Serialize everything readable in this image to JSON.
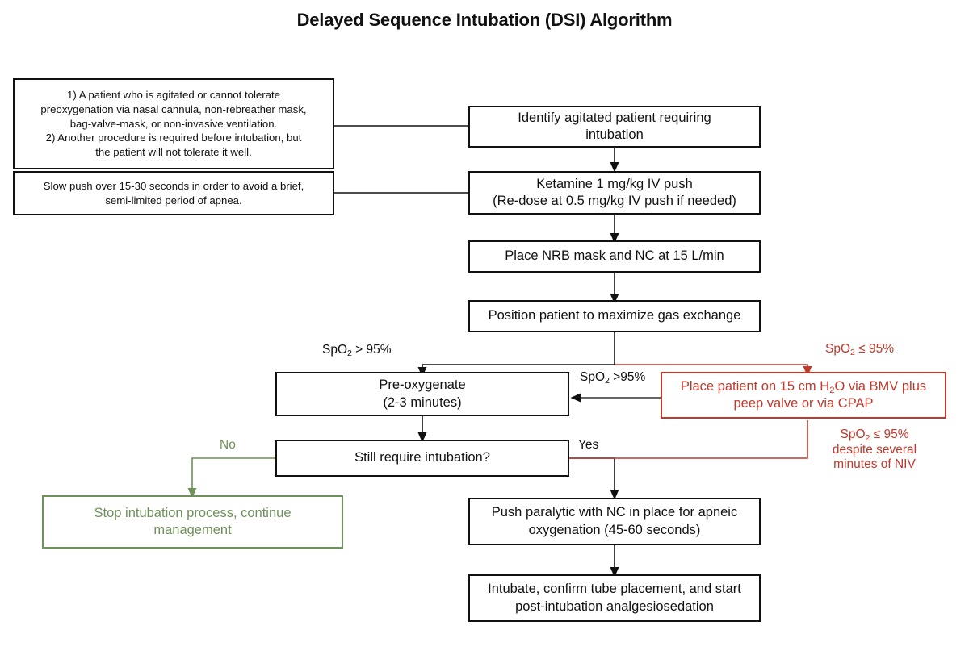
{
  "title": "Delayed Sequence Intubation (DSI) Algorithm",
  "colors": {
    "black": "#111111",
    "red": "#c0392b",
    "green": "#6e9159",
    "background": "#ffffff"
  },
  "notes": [
    {
      "id": "indications-note",
      "text": "1) A patient who is agitated or cannot tolerate preoxygenation via nasal cannula, non-rebreather mask, bag-valve-mask, or non-invasive ventilation. 2) Another procedure is required before intubation, but the patient will not tolerate it well."
    },
    {
      "id": "slow-push-note",
      "text": "Slow push over 15-30 seconds in order to avoid a brief, semi-limited period of apnea."
    }
  ],
  "nodes": [
    {
      "id": "identify-patient",
      "text": "Identify agitated patient requiring intubation",
      "color": "black"
    },
    {
      "id": "ketamine-dose",
      "text": "Ketamine 1 mg/kg IV push (Re-dose at 0.5 mg/kg IV push if needed)",
      "color": "black"
    },
    {
      "id": "place-nrb-nc",
      "text": "Place NRB mask and NC at 15 L/min",
      "color": "black"
    },
    {
      "id": "position-patient",
      "text": "Position patient to maximize gas exchange",
      "color": "black"
    },
    {
      "id": "pre-oxygenate",
      "text": "Pre-oxygenate (2-3 minutes)",
      "color": "black"
    },
    {
      "id": "niv-bmv-cpap",
      "text": "Place patient on 15 cm H2O via BMV plus peep valve or via CPAP",
      "color": "red"
    },
    {
      "id": "still-require-intubation",
      "text": "Still require intubation?",
      "color": "black"
    },
    {
      "id": "stop-intubation",
      "text": "Stop intubation process, continue management",
      "color": "green"
    },
    {
      "id": "push-paralytic",
      "text": "Push paralytic with NC in place for apneic oxygenation (45-60 seconds)",
      "color": "black"
    },
    {
      "id": "intubate-confirm",
      "text": "Intubate, confirm tube placement, and start post-intubation analgesiosedation",
      "color": "black"
    }
  ],
  "edge_labels": {
    "spo2_gt_95_left": "SpO",
    "spo2_gt_95_left_sub": "2",
    "spo2_gt_95_left_rest": " > 95%",
    "spo2_gt_95_mid": "SpO",
    "spo2_gt_95_mid_sub": "2",
    "spo2_gt_95_mid_rest": " >95%",
    "spo2_le_95_right": "SpO",
    "spo2_le_95_right_sub": "2",
    "spo2_le_95_right_rest": " ≤ 95%",
    "spo2_le_95_despite": "SpO",
    "spo2_le_95_despite_sub": "2",
    "spo2_le_95_despite_rest": " ≤ 95%",
    "spo2_le_95_despite_line2": "despite several",
    "spo2_le_95_despite_line3": "minutes of NIV",
    "no_label": "No",
    "yes_label": "Yes"
  },
  "node_lines": {
    "identify_patient_l1": "Identify agitated patient requiring",
    "identify_patient_l2": "intubation",
    "ketamine_l1": "Ketamine 1 mg/kg IV push",
    "ketamine_l2": "(Re-dose at 0.5 mg/kg IV push if needed)",
    "place_nrb_l1": "Place NRB mask and NC at 15 L/min",
    "position_l1": "Position patient to maximize gas exchange",
    "preox_l1": "Pre-oxygenate",
    "preox_l2": "(2-3 minutes)",
    "niv_l1a": "Place patient on 15 cm H",
    "niv_l1sub": "2",
    "niv_l1b": "O via BMV plus",
    "niv_l2": "peep valve or via CPAP",
    "still_require_l1": "Still require intubation?",
    "stop_l1": "Stop intubation process, continue",
    "stop_l2": "management",
    "paralytic_l1": "Push paralytic with NC in place for apneic",
    "paralytic_l2": "oxygenation (45-60 seconds)",
    "intubate_l1": "Intubate, confirm tube placement, and start",
    "intubate_l2": "post-intubation analgesiosedation"
  },
  "note_lines": {
    "note1_l1": "1) A patient who is agitated or cannot tolerate",
    "note1_l2": "preoxygenation via nasal cannula, non-rebreather mask,",
    "note1_l3": "bag-valve-mask, or non-invasive ventilation.",
    "note1_l4": "2) Another procedure is required before intubation, but",
    "note1_l5": "the patient will not tolerate it well.",
    "note2_l1": "Slow push over 15-30 seconds in order to avoid a brief,",
    "note2_l2": "semi-limited period of apnea."
  }
}
